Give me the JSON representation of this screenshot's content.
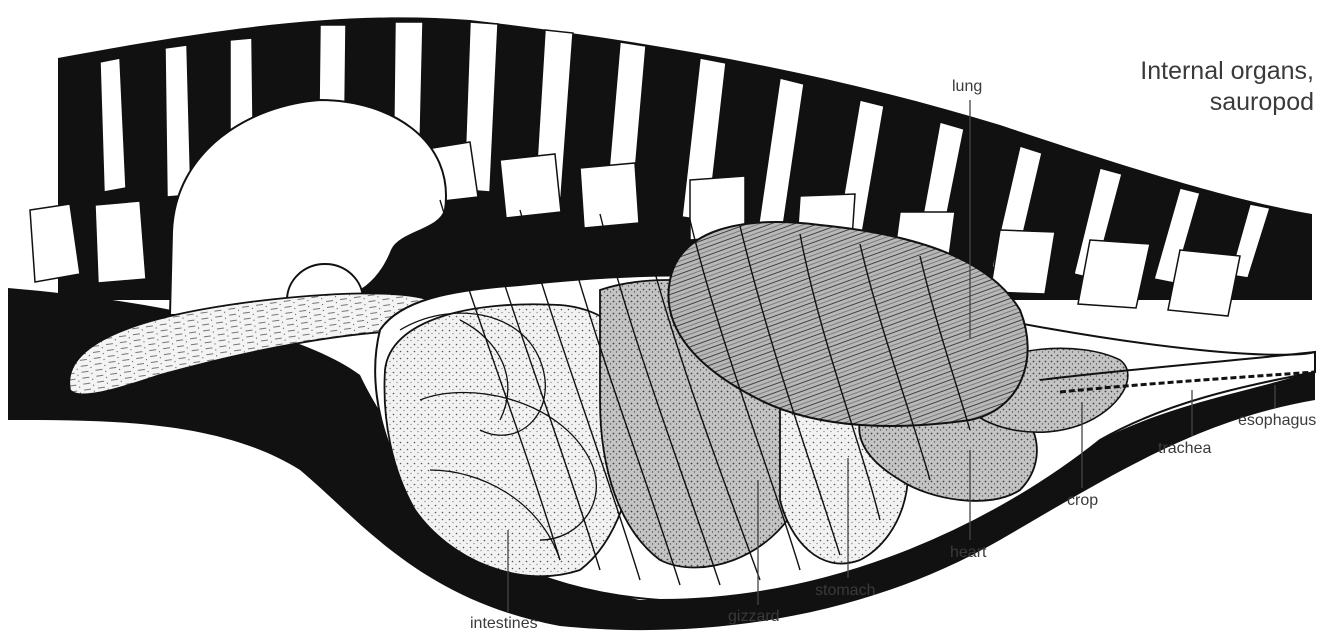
{
  "title": {
    "line1": "Internal organs,",
    "line2": "sauropod"
  },
  "labels": {
    "lung": "lung",
    "esophagus": "esophagus",
    "trachea": "trachea",
    "crop": "crop",
    "heart": "heart",
    "stomach": "stomach",
    "gizzard": "gizzard",
    "intestines": "intestines"
  },
  "colors": {
    "ink": "#111111",
    "label": "#3a3a3a",
    "organ_fill": "#e8e8e8",
    "organ_dark": "#b4b4b4"
  }
}
